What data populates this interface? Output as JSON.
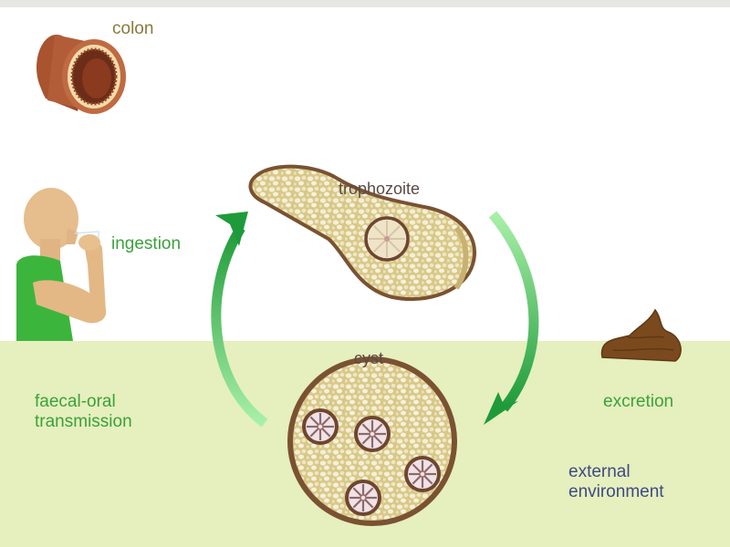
{
  "title": "Life cycle of Entamoeba (faecal-oral transmission)",
  "labels": {
    "colon": "colon",
    "trophozoite": "trophozoite",
    "ingestion": "ingestion",
    "cyst": "cyst",
    "excretion": "excretion",
    "faecal_oral_line1": "faecal-oral",
    "faecal_oral_line2": "transmission",
    "external_line1": "external",
    "external_line2": "environment"
  },
  "stages": [
    {
      "name": "trophozoite",
      "nuclei": 1
    },
    {
      "name": "cyst",
      "nuclei": 4
    }
  ],
  "cycle": [
    {
      "from": "trophozoite",
      "to": "cyst",
      "process": "excretion"
    },
    {
      "from": "cyst",
      "to": "trophozoite",
      "process": "ingestion"
    }
  ],
  "colors": {
    "arrow_dark": "#1f9a3a",
    "arrow_light": "#9beea0",
    "ground": "#e6efbe",
    "membrane": "#7a5232",
    "cytoplasm": "#e2d49a",
    "colon": "#b05a38",
    "faeces": "#7a4a1e",
    "shirt": "#3bb33b",
    "skin": "#e9c394"
  }
}
